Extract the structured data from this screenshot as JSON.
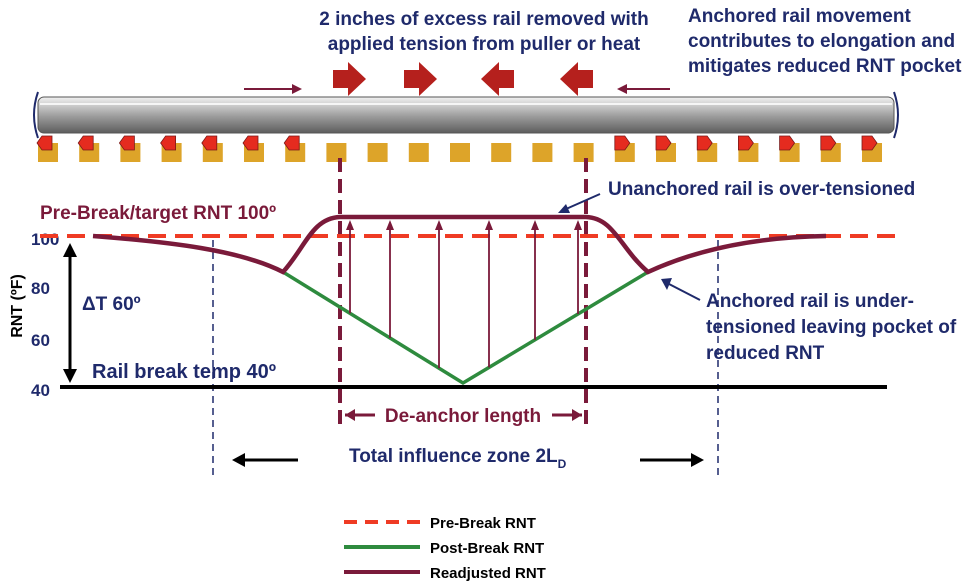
{
  "colors": {
    "navy": "#1f2a6b",
    "maroon": "#7a1a3a",
    "red_dash": "#ef3b24",
    "green": "#2e8b3e",
    "tie": "#dda429",
    "anchor": "#e52b1f",
    "arrow_red": "#b5201d"
  },
  "top_center_text": {
    "line1": "2 inches of excess rail removed with",
    "line2": "applied tension from puller or heat"
  },
  "top_right_text": {
    "line1": "Anchored rail movement",
    "line2": "contributes to elongation and",
    "line3": "mitigates reduced RNT pocket"
  },
  "labels": {
    "unanchored": "Unanchored rail is over-tensioned",
    "pre_break_target": "Pre-Break/target RNT 100º",
    "delta_t": "ΔT 60º",
    "rail_break": "Rail break temp 40º",
    "anchored_line1": "Anchored rail is under-",
    "anchored_line2": "tensioned leaving pocket of",
    "anchored_line3": "reduced RNT",
    "de_anchor": "De-anchor length",
    "total_zone": "Total influence zone 2L",
    "total_zone_sub": "D"
  },
  "axis": {
    "ylabel": "RNT (ºF)",
    "ticks": [
      "100",
      "80",
      "60",
      "40"
    ]
  },
  "legend": [
    {
      "label": "Pre-Break RNT"
    },
    {
      "label": "Post-Break RNT"
    },
    {
      "label": "Readjusted RNT"
    }
  ]
}
